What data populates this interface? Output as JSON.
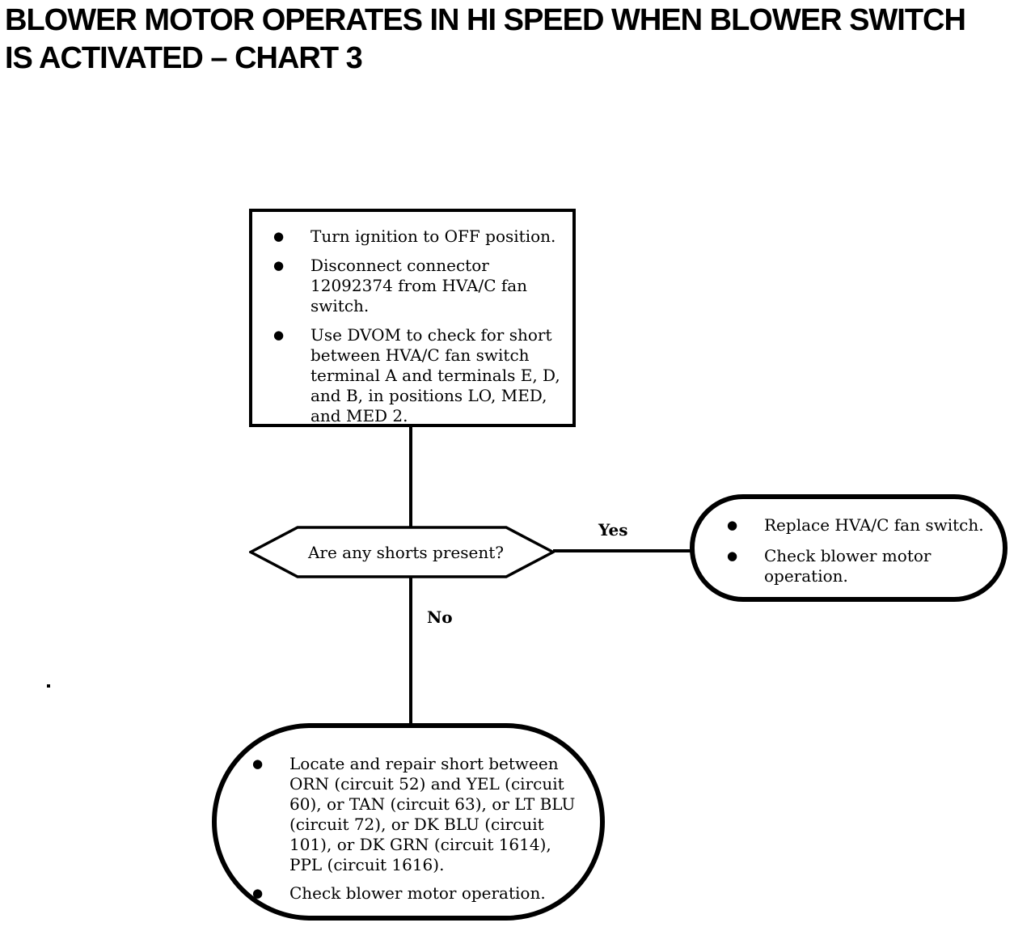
{
  "document": {
    "title_line1": "BLOWER MOTOR OPERATES IN HI SPEED WHEN BLOWER SWITCH",
    "title_line2": "IS ACTIVATED – CHART 3"
  },
  "glyphs": {
    "bullet": "●"
  },
  "colors": {
    "ink": "#000000",
    "paper": "#ffffff"
  },
  "flowchart": {
    "step_box": {
      "shape": "rectangle",
      "bullets": [
        "Turn ignition to OFF position.",
        "Disconnect connector 12092374 from HVA/C fan switch.",
        "Use DVOM to check for short between HVA/C fan switch terminal A and terminals E, D, and B, in positions LO, MED, and MED 2."
      ]
    },
    "decision": {
      "shape": "hexagon",
      "question": "Are any shorts present?"
    },
    "branch_yes": {
      "label": "Yes"
    },
    "branch_no": {
      "label": "No"
    },
    "yes_outcome": {
      "shape": "stadium",
      "bullets": [
        "Replace HVA/C fan switch.",
        "Check blower motor operation."
      ]
    },
    "no_outcome": {
      "shape": "stadium",
      "bullets": [
        "Locate and repair short between ORN (circuit 52) and YEL (circuit 60), or TAN (circuit 63), or LT BLU (circuit 72), or DK BLU (circuit 101), or DK GRN (circuit 1614), PPL (circuit 1616).",
        "Check blower motor operation."
      ]
    }
  }
}
